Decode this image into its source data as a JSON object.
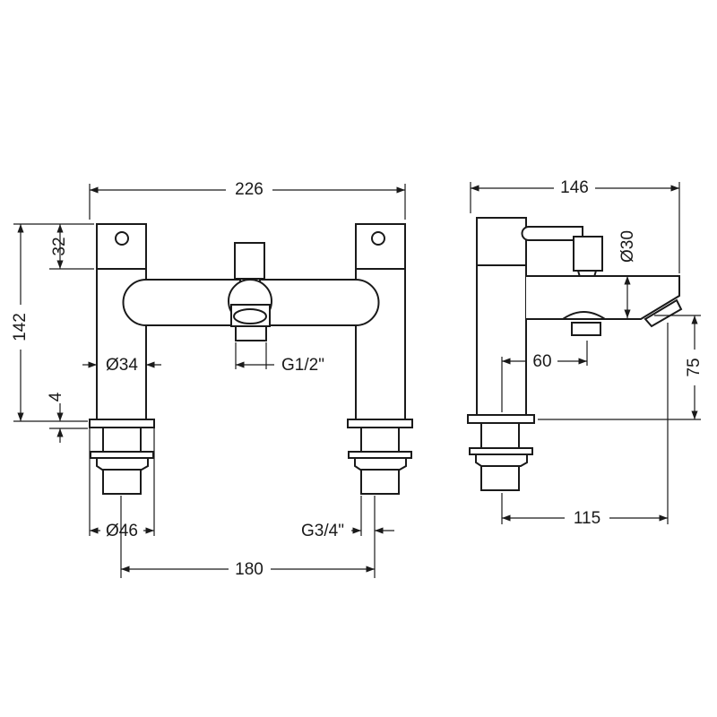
{
  "drawing": {
    "front_view": {
      "overall_width": "226",
      "overall_height": "142",
      "handle_height": "32",
      "plate_thickness": "4",
      "pillar_diameter": "Ø34",
      "outlet_thread": "G1/2\"",
      "base_diameter": "Ø46",
      "inlet_thread": "G3/4\"",
      "centres": "180"
    },
    "side_view": {
      "overall_depth": "146",
      "spout_diameter": "Ø30",
      "outlet_offset": "60",
      "spout_height": "75",
      "spout_projection": "115"
    },
    "colors": {
      "line": "#1a1a1a",
      "background": "#ffffff"
    }
  }
}
